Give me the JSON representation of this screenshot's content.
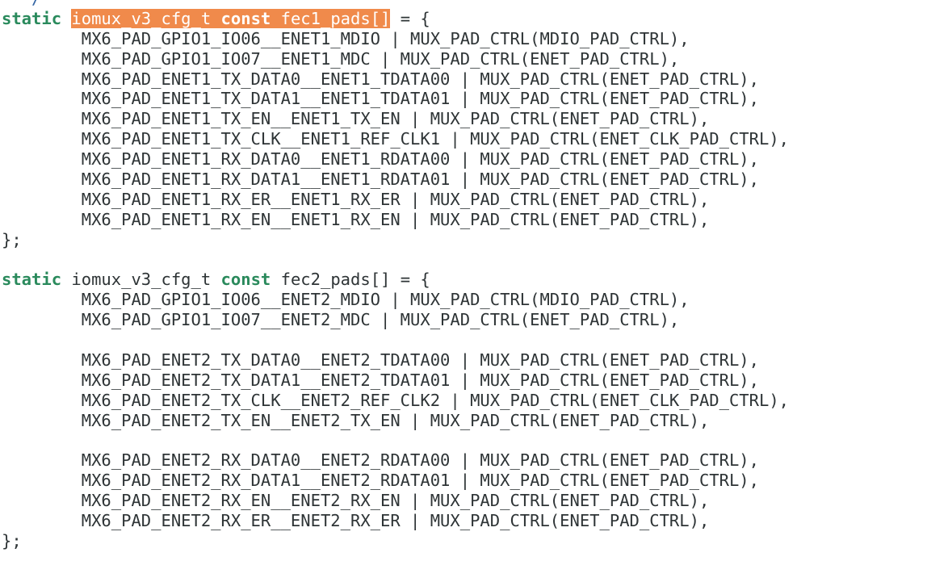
{
  "top_fragment": "   /",
  "blocks": [
    {
      "keyword_static": "static",
      "type_name": "iomux_v3_cfg_t",
      "keyword_const": "const",
      "array_name": "fec1_pads[]",
      "assign": " = {",
      "entries": [
        "        MX6_PAD_GPIO1_IO06__ENET1_MDIO | MUX_PAD_CTRL(MDIO_PAD_CTRL),",
        "        MX6_PAD_GPIO1_IO07__ENET1_MDC | MUX_PAD_CTRL(ENET_PAD_CTRL),",
        "        MX6_PAD_ENET1_TX_DATA0__ENET1_TDATA00 | MUX_PAD_CTRL(ENET_PAD_CTRL),",
        "        MX6_PAD_ENET1_TX_DATA1__ENET1_TDATA01 | MUX_PAD_CTRL(ENET_PAD_CTRL),",
        "        MX6_PAD_ENET1_TX_EN__ENET1_TX_EN | MUX_PAD_CTRL(ENET_PAD_CTRL),",
        "        MX6_PAD_ENET1_TX_CLK__ENET1_REF_CLK1 | MUX_PAD_CTRL(ENET_CLK_PAD_CTRL),",
        "        MX6_PAD_ENET1_RX_DATA0__ENET1_RDATA00 | MUX_PAD_CTRL(ENET_PAD_CTRL),",
        "        MX6_PAD_ENET1_RX_DATA1__ENET1_RDATA01 | MUX_PAD_CTRL(ENET_PAD_CTRL),",
        "        MX6_PAD_ENET1_RX_ER__ENET1_RX_ER | MUX_PAD_CTRL(ENET_PAD_CTRL),",
        "        MX6_PAD_ENET1_RX_EN__ENET1_RX_EN | MUX_PAD_CTRL(ENET_PAD_CTRL),"
      ],
      "close": "};"
    },
    {
      "keyword_static": "static",
      "type_name": "iomux_v3_cfg_t",
      "keyword_const": "const",
      "array_name": "fec2_pads[]",
      "assign": " = {",
      "entries_group1": [
        "        MX6_PAD_GPIO1_IO06__ENET2_MDIO | MUX_PAD_CTRL(MDIO_PAD_CTRL),",
        "        MX6_PAD_GPIO1_IO07__ENET2_MDC | MUX_PAD_CTRL(ENET_PAD_CTRL),"
      ],
      "entries_group2": [
        "        MX6_PAD_ENET2_TX_DATA0__ENET2_TDATA00 | MUX_PAD_CTRL(ENET_PAD_CTRL),",
        "        MX6_PAD_ENET2_TX_DATA1__ENET2_TDATA01 | MUX_PAD_CTRL(ENET_PAD_CTRL),",
        "        MX6_PAD_ENET2_TX_CLK__ENET2_REF_CLK2 | MUX_PAD_CTRL(ENET_CLK_PAD_CTRL),",
        "        MX6_PAD_ENET2_TX_EN__ENET2_TX_EN | MUX_PAD_CTRL(ENET_PAD_CTRL),"
      ],
      "entries_group3": [
        "        MX6_PAD_ENET2_RX_DATA0__ENET2_RDATA00 | MUX_PAD_CTRL(ENET_PAD_CTRL),",
        "        MX6_PAD_ENET2_RX_DATA1__ENET2_RDATA01 | MUX_PAD_CTRL(ENET_PAD_CTRL),",
        "        MX6_PAD_ENET2_RX_EN__ENET2_RX_EN | MUX_PAD_CTRL(ENET_PAD_CTRL),",
        "        MX6_PAD_ENET2_RX_ER__ENET2_RX_ER | MUX_PAD_CTRL(ENET_PAD_CTRL),"
      ],
      "close": "};"
    }
  ],
  "colors": {
    "text": "#2e3436",
    "keyword": "#2a8a5c",
    "selection_bg": "#f08a4b",
    "selection_text": "#ffffff",
    "background": "#ffffff"
  }
}
